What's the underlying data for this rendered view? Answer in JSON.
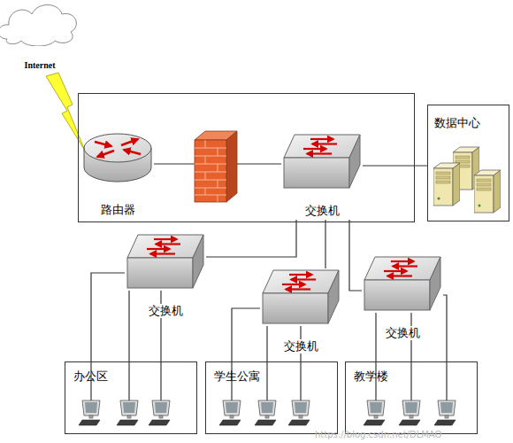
{
  "diagram": {
    "nodes": [
      {
        "text": [
          "Internet"
        ]
      },
      {
        "text": [
          "路由器"
        ]
      },
      {
        "text": [
          "交换机"
        ]
      },
      {
        "text": [
          "数据中心"
        ]
      },
      {
        "text": [
          "交换机"
        ]
      },
      {
        "text": [
          "交换机"
        ]
      },
      {
        "text": [
          "交换机"
        ]
      },
      {
        "text": [
          "办公区"
        ]
      },
      {
        "text": [
          "学生公寓"
        ]
      },
      {
        "text": [
          "教学楼"
        ]
      }
    ],
    "edges": [
      {
        "from": 1,
        "to": 2,
        "arrow": "none"
      },
      {
        "from": 2,
        "to": 3,
        "arrow": "none"
      },
      {
        "from": 2,
        "to": 4,
        "arrow": "none"
      },
      {
        "from": 2,
        "to": 5,
        "arrow": "none"
      },
      {
        "from": 2,
        "to": 6,
        "arrow": "none"
      },
      {
        "from": 4,
        "to": 7,
        "arrow": "none"
      },
      {
        "from": 5,
        "to": 8,
        "arrow": "none"
      },
      {
        "from": 6,
        "to": 9,
        "arrow": "none"
      }
    ],
    "labels": [
      "https://blog.csdn.net/DLMAO"
    ]
  }
}
